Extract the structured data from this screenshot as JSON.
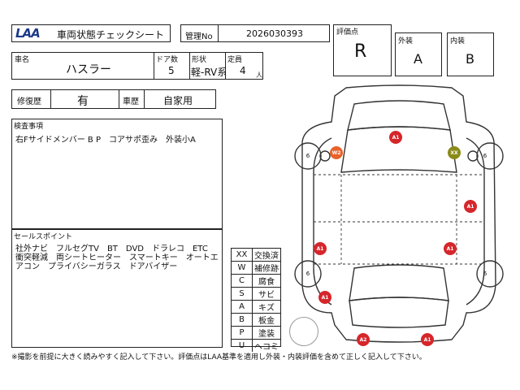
{
  "header": {
    "logo_text": "LAA",
    "title": "車両状態チェックシート",
    "mgmt_label": "管理No",
    "mgmt_no": "2026030393"
  },
  "evaluation": {
    "score_label": "評価点",
    "score": "R",
    "exterior_label": "外装",
    "exterior": "A",
    "interior_label": "内装",
    "interior": "B"
  },
  "vehicle": {
    "name_label": "車名",
    "name": "ハスラー",
    "doors_label": "ドア数",
    "doors": "5",
    "shape_label": "形状",
    "shape": "軽-RV系",
    "capacity_label": "定員",
    "capacity": "4",
    "capacity_unit": "人",
    "repair_label": "修復歴",
    "repair": "有",
    "use_label": "車歴",
    "use": "自家用"
  },
  "inspection": {
    "label": "検査事項",
    "text": "右Fサイドメンバー B P　コアサポ歪み　外装小A"
  },
  "sales": {
    "label": "セールスポイント",
    "text": "社外ナビ　フルセグTV　BT　DVD　ドラレコ　ETC　衝突軽減　両シートヒーター　スマートキー　オートエアコン　プライバシーガラス　ドアバイザー"
  },
  "legend": [
    {
      "code": "XX",
      "name": "交換済"
    },
    {
      "code": "W",
      "name": "補修跡"
    },
    {
      "code": "C",
      "name": "腐食"
    },
    {
      "code": "S",
      "name": "サビ"
    },
    {
      "code": "A",
      "name": "キズ"
    },
    {
      "code": "B",
      "name": "板金"
    },
    {
      "code": "P",
      "name": "塗装"
    },
    {
      "code": "U",
      "name": "ヘコミ"
    }
  ],
  "diagram": {
    "wheel_depth": "6",
    "marks": [
      "A1",
      "W2",
      "XX",
      "A1",
      "A1",
      "A1",
      "A1",
      "A2",
      "A1"
    ],
    "mark_colors": {
      "A1": "#d6262b",
      "A2": "#d6262b",
      "W2": "#e8622a",
      "XX": "#8a8a1a"
    }
  },
  "footer": {
    "note": "※撮影を前提に大きく読みやすく記入して下さい。評価点はLAA基準を適用し外装・内装評価を含めて正しく記入して下さい。"
  }
}
